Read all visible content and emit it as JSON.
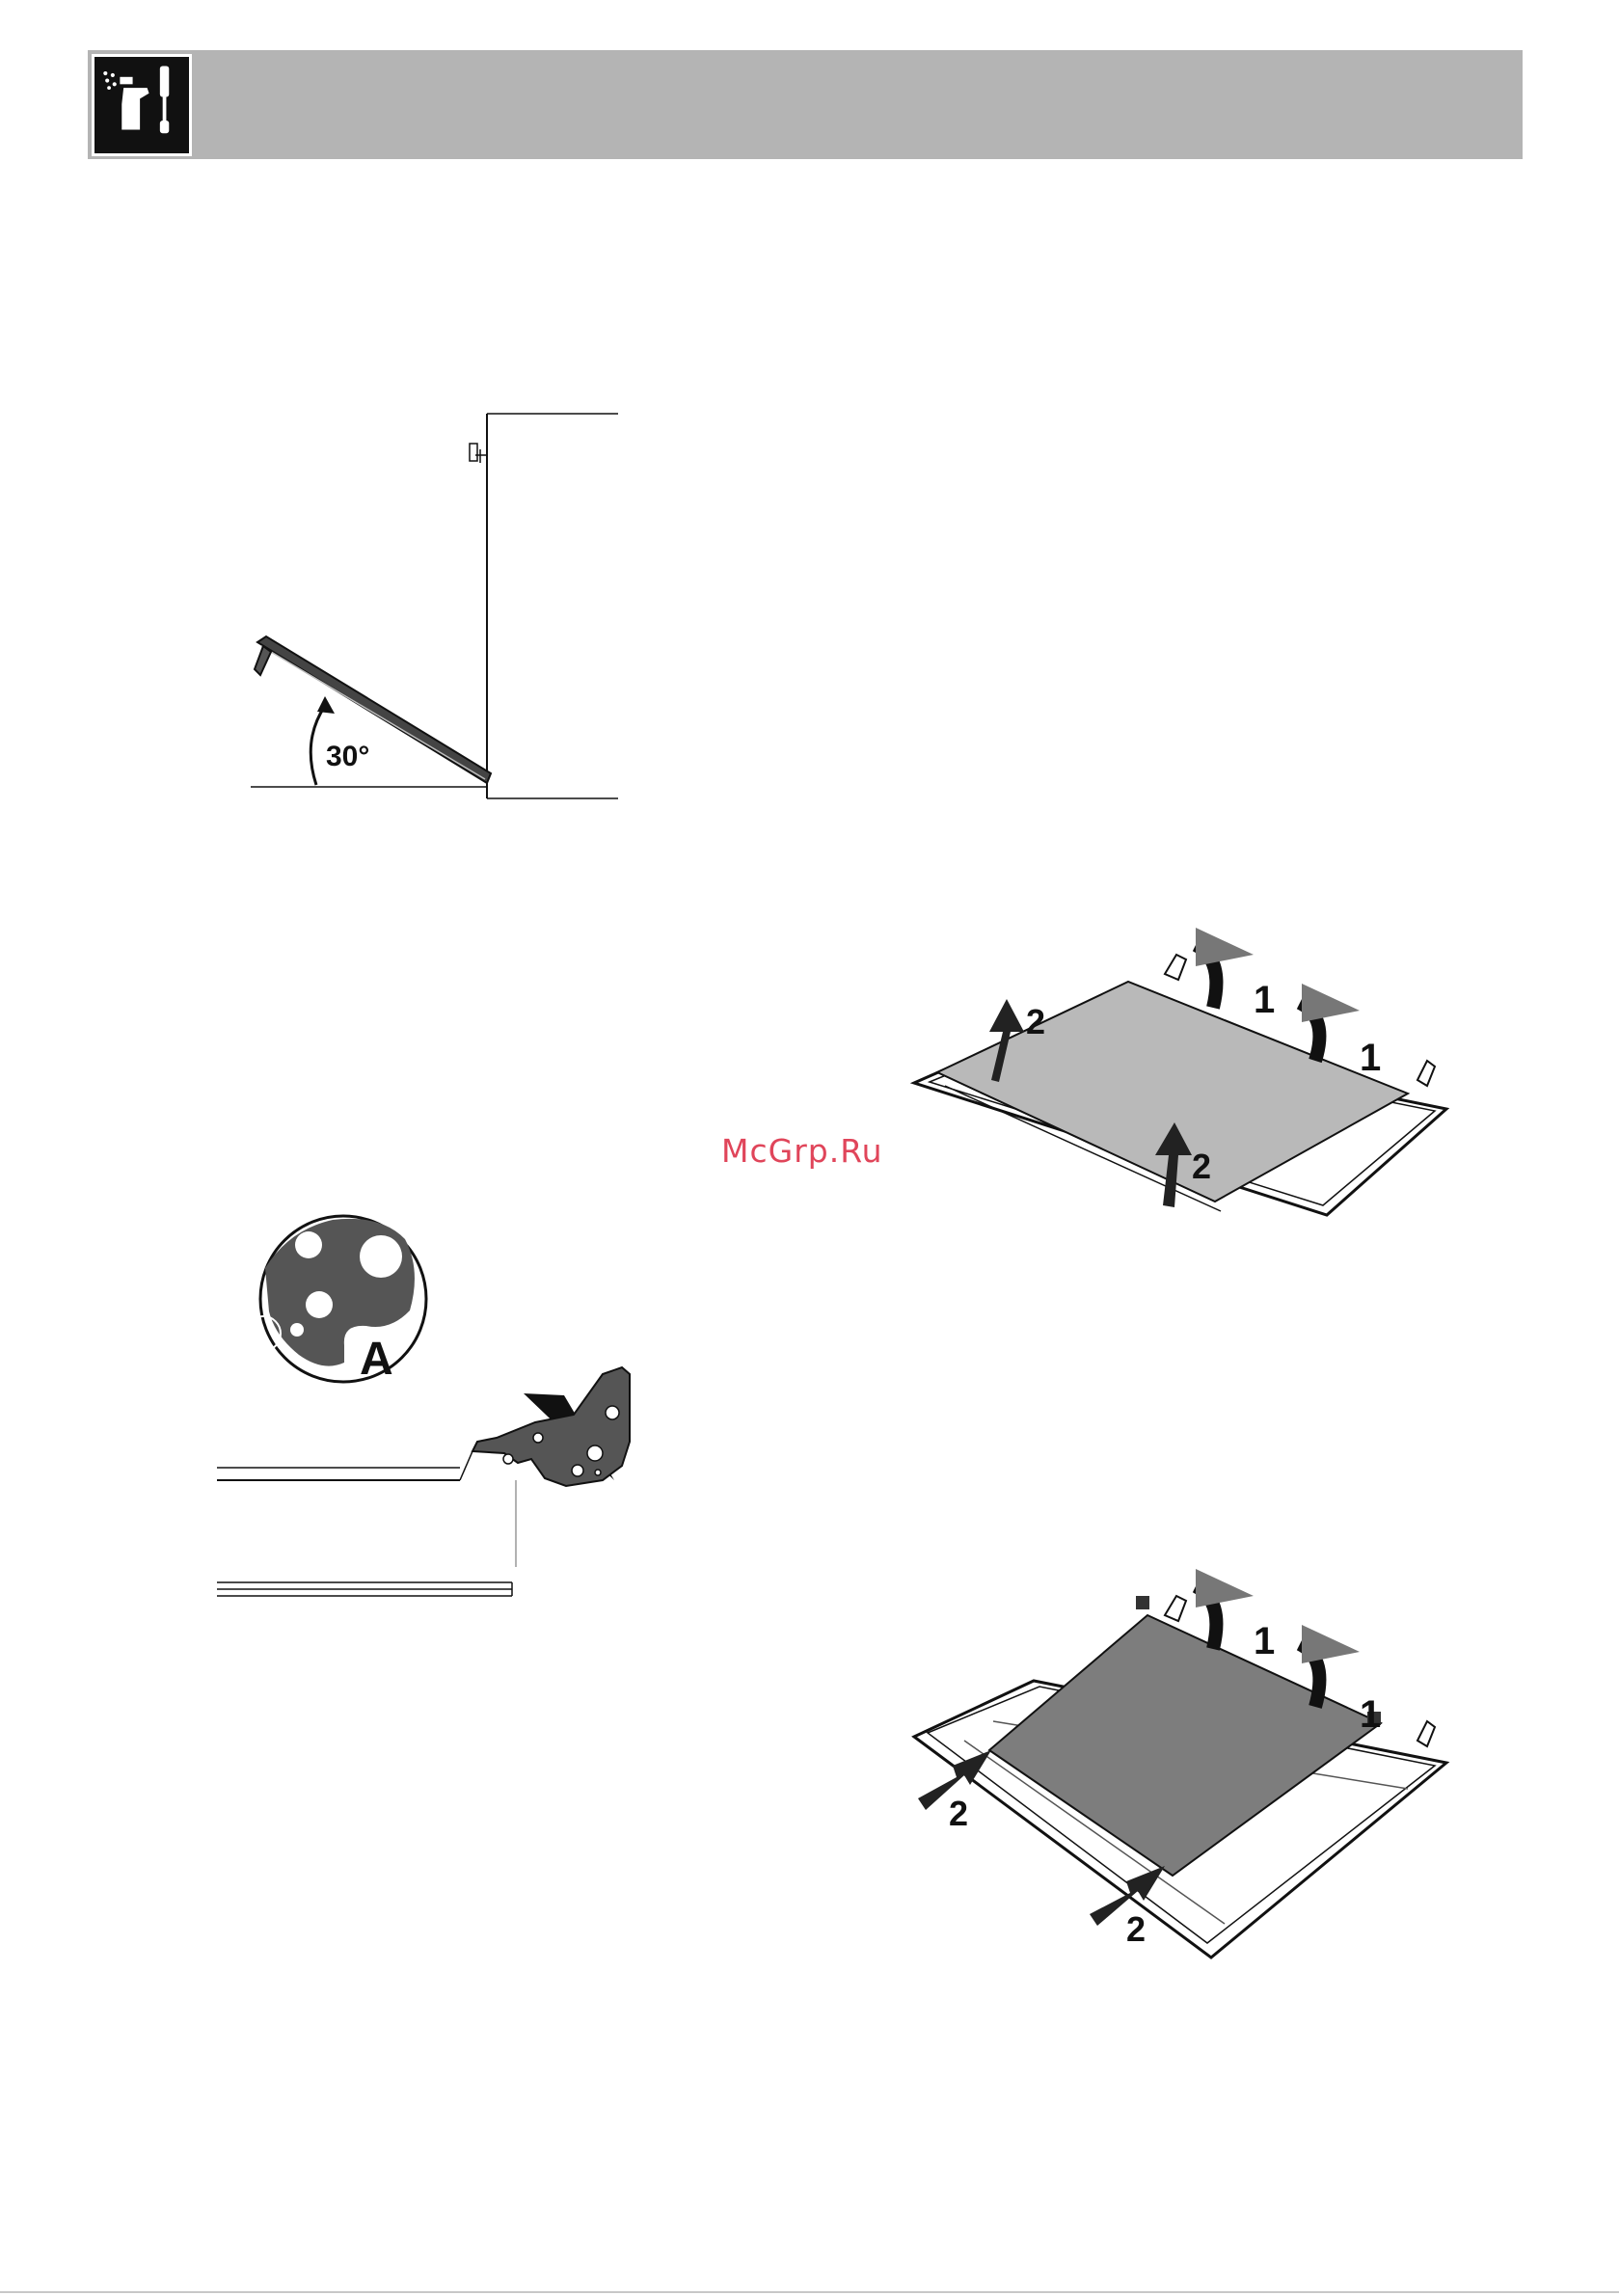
{
  "header": {
    "icon": "cleaning-maintenance-icon",
    "color": "#b4b4b4"
  },
  "figures": {
    "door_angle": {
      "angle_label": "30°"
    },
    "hinge_detail": {
      "detail_label": "A"
    },
    "panel_lift": {
      "step_1": "1",
      "step_2": "2"
    },
    "panel_insert": {
      "step_1": "1",
      "step_2": "2"
    }
  },
  "watermark": "McGrp.Ru"
}
